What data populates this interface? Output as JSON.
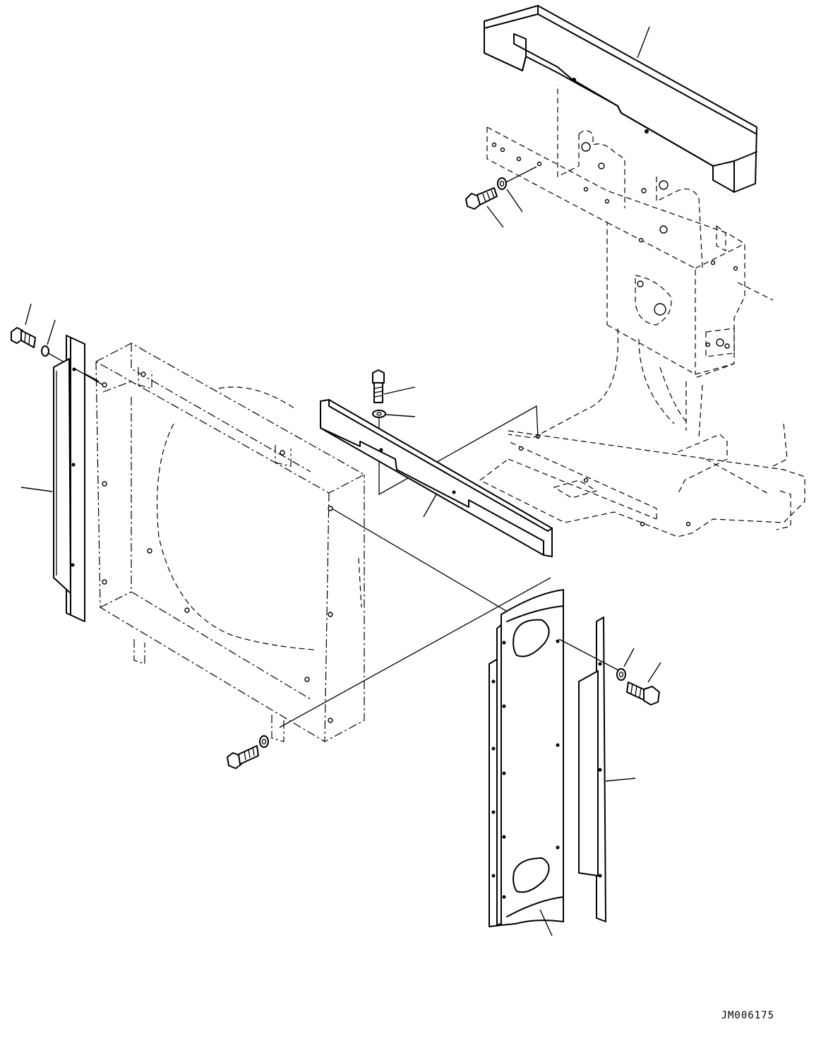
{
  "drawing": {
    "id": "JM006175"
  },
  "parts": [
    {
      "name": "top-cover-block"
    },
    {
      "name": "bolt-top"
    },
    {
      "name": "washer-top"
    },
    {
      "name": "bolt-left"
    },
    {
      "name": "washer-left"
    },
    {
      "name": "left-seal-plate"
    },
    {
      "name": "bolt-center"
    },
    {
      "name": "washer-center"
    },
    {
      "name": "center-bracket-plate"
    },
    {
      "name": "fan-shroud"
    },
    {
      "name": "bolt-bottom"
    },
    {
      "name": "washer-bottom"
    },
    {
      "name": "right-shroud-panel"
    },
    {
      "name": "right-seal-strip"
    },
    {
      "name": "washer-right"
    },
    {
      "name": "bolt-right"
    },
    {
      "name": "radiator-frame"
    }
  ]
}
